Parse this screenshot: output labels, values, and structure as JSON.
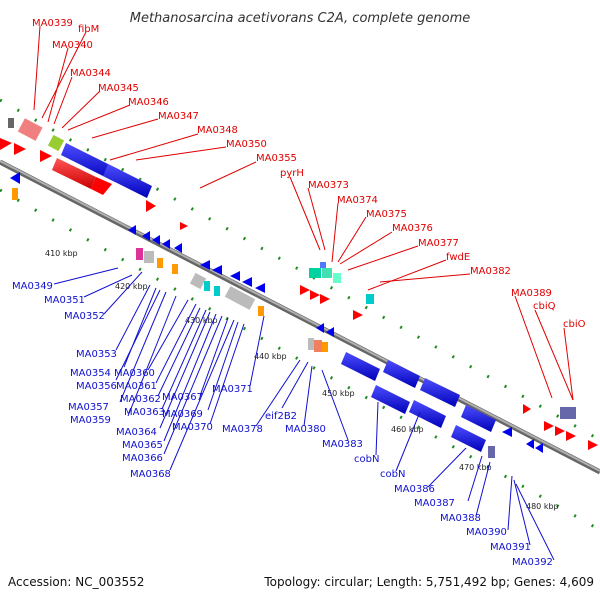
{
  "header": {
    "title": "Methanosarcina acetivorans C2A, complete genome"
  },
  "footer": {
    "accession": "Accession: NC_003552",
    "summary": "Topology: circular; Length: 5,751,492 bp; Genes: 4,609"
  },
  "scale": {
    "ticks": [
      "410 kbp",
      "420 kbp",
      "430 kbp",
      "440 kbp",
      "450 kbp",
      "460 kbp",
      "470 kbp",
      "480 kbp"
    ]
  },
  "genes_top": [
    "MA0339",
    "fibM",
    "MA0340",
    "MA0344",
    "MA0345",
    "MA0346",
    "MA0347",
    "MA0348",
    "MA0350",
    "MA0355",
    "pyrH",
    "MA0373",
    "MA0374",
    "MA0375",
    "MA0376",
    "MA0377",
    "fwdE",
    "MA0382",
    "MA0389",
    "cbiQ",
    "cbiO"
  ],
  "genes_bottom": [
    "MA0349",
    "MA0351",
    "MA0352",
    "MA0353",
    "MA0354",
    "MA0356",
    "MA0357",
    "MA0359",
    "MA0360",
    "MA0361",
    "MA0362",
    "MA0363",
    "MA0364",
    "MA0365",
    "MA0366",
    "MA0367",
    "MA0368",
    "MA0369",
    "MA0370",
    "MA0371",
    "MA0378",
    "eif2B2",
    "MA0380",
    "MA0383",
    "cobN",
    "cobN",
    "MA0386",
    "MA0387",
    "MA0388",
    "MA0390",
    "MA0391",
    "MA0392"
  ],
  "colors": {
    "forward_strand": "#ff0000",
    "reverse_strand": "#0000ee",
    "backbone": "#888888",
    "gc_marks": "#228b22",
    "label_forward": "#e00000",
    "label_reverse": "#1010d0"
  }
}
